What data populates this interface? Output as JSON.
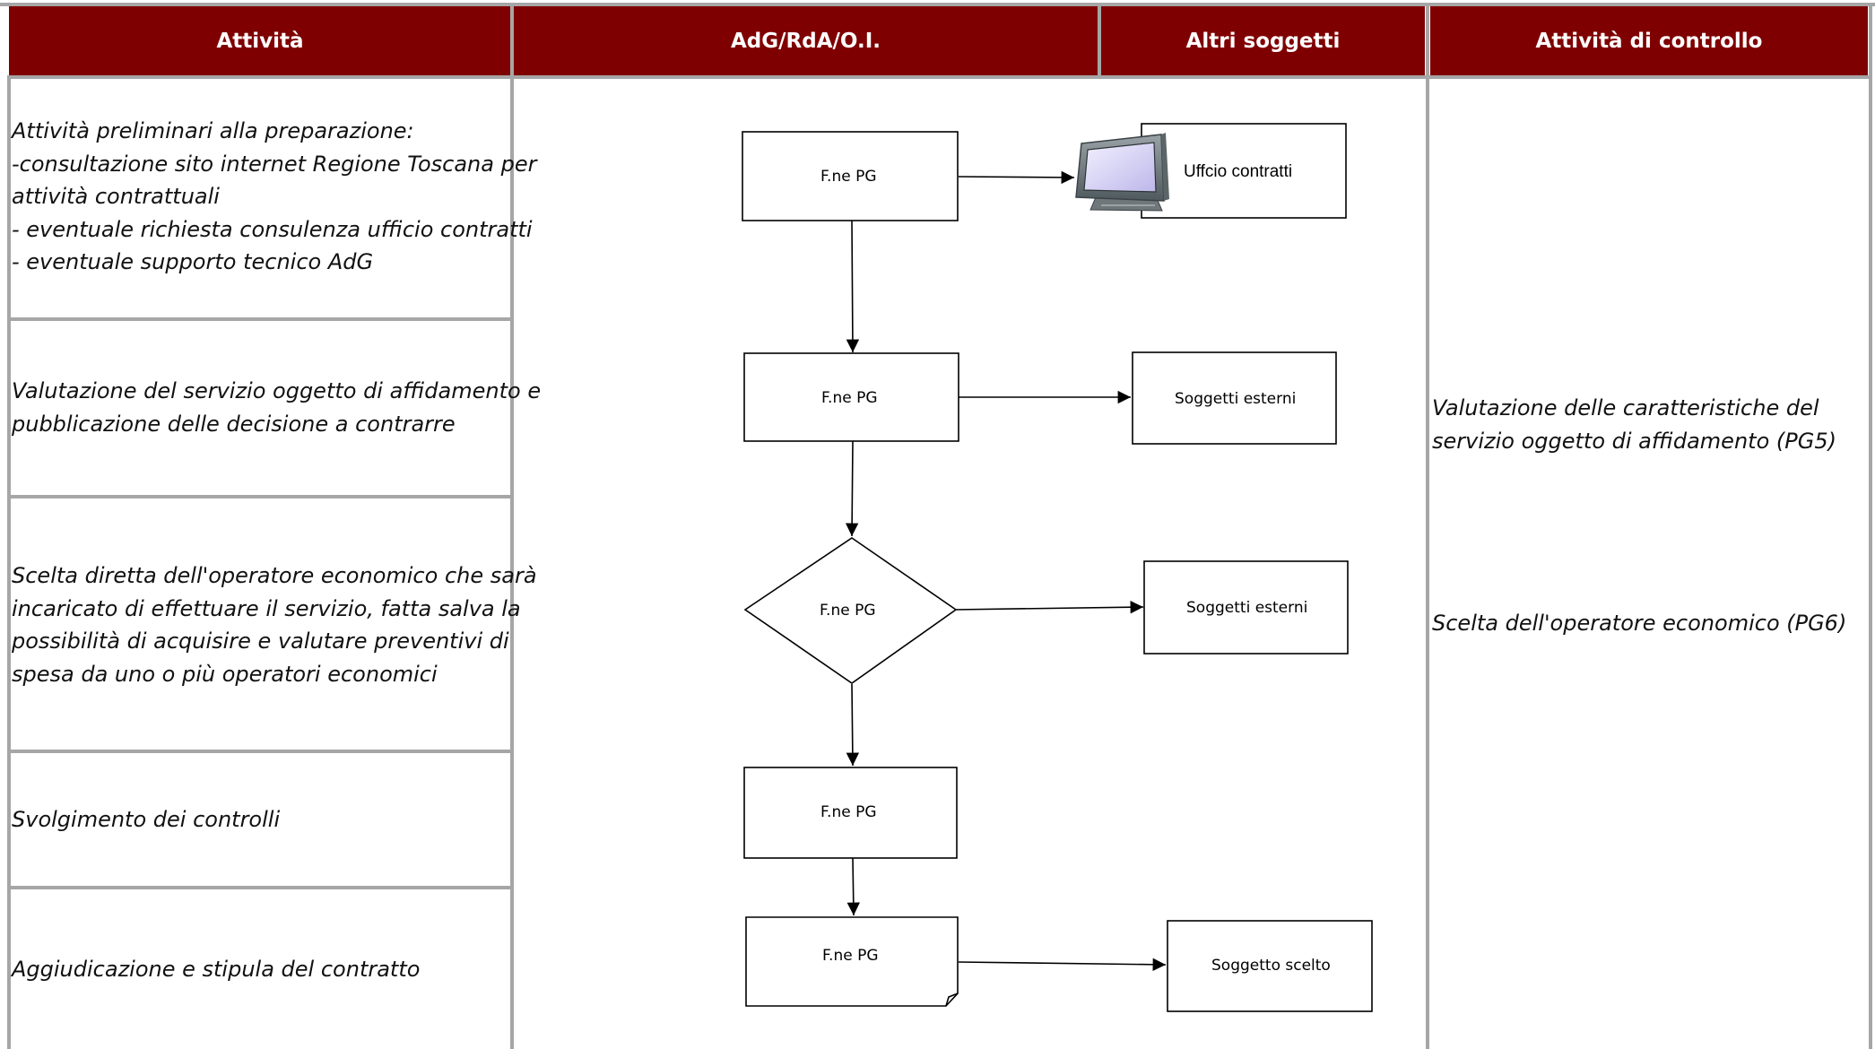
{
  "headers": {
    "attivita": "Attività",
    "adg": "AdG/RdA/O.I.",
    "altri": "Altri soggetti",
    "controllo": "Attività di controllo"
  },
  "rows": [
    {
      "lines": [
        "Attività preliminari  alla preparazione:",
        "-consultazione sito internet Regione Toscana per",
        "attività contrattuali",
        "- eventuale richiesta consulenza ufficio contratti",
        "- eventuale supporto tecnico AdG"
      ]
    },
    {
      "lines": [
        "Valutazione del servizio oggetto di affidamento e",
        "pubblicazione delle decisione a contrarre"
      ]
    },
    {
      "lines": [
        "Scelta diretta dell'operatore economico che sarà",
        "incaricato di effettuare il servizio,  fatta salva la",
        "possibilità di acquisire e valutare preventivi di",
        "spesa da uno o più operatori economici"
      ]
    },
    {
      "lines": [
        "Svolgimento dei controlli"
      ]
    },
    {
      "lines": [
        "Aggiudicazione e stipula del contratto"
      ]
    }
  ],
  "controls": [
    {
      "lines": [
        "Valutazione delle caratteristiche del",
        "servizio oggetto di affidamento (PG5)"
      ]
    },
    {
      "lines": [
        "Scelta dell'operatore economico  (PG6)"
      ]
    }
  ],
  "flow": {
    "nodes": [
      {
        "id": "n1",
        "shape": "process",
        "label": "F.ne PG"
      },
      {
        "id": "n2",
        "shape": "process",
        "label": "F.ne PG"
      },
      {
        "id": "n3",
        "shape": "decision",
        "label": "F.ne PG"
      },
      {
        "id": "n4",
        "shape": "process",
        "label": "F.ne PG"
      },
      {
        "id": "n5",
        "shape": "document",
        "label": "F.ne PG"
      }
    ],
    "others": [
      {
        "id": "o1",
        "shape": "terminal",
        "label": "Uffcio contratti",
        "icon": "computer-monitor-icon"
      },
      {
        "id": "o2",
        "shape": "process",
        "label": "Soggetti esterni"
      },
      {
        "id": "o3",
        "shape": "process",
        "label": "Soggetti esterni"
      },
      {
        "id": "o4",
        "shape": "process",
        "label": "Soggetto scelto"
      }
    ]
  },
  "colors": {
    "header_bg": "#7f0000",
    "header_text": "#ffffff",
    "grid_line": "#a6a6a6"
  }
}
